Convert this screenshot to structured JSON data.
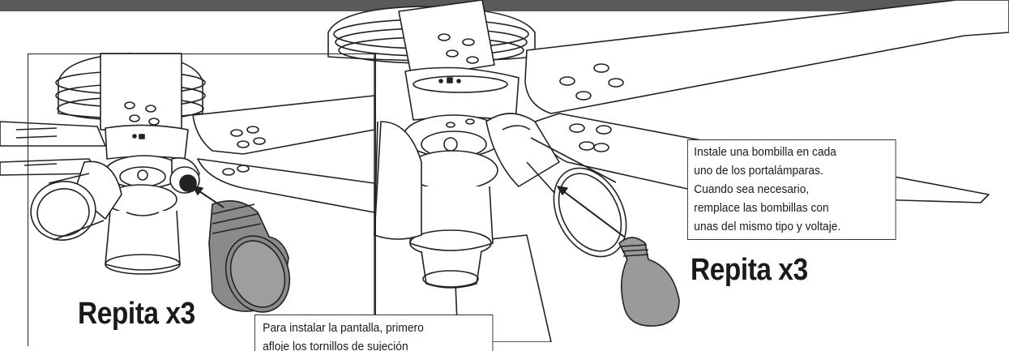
{
  "illustration": {
    "icons": [
      "ceiling-fan-icon",
      "fan-blade-icon",
      "light-fixture-icon",
      "glass-shade-icon",
      "light-bulb-icon",
      "install-arrow-icon"
    ]
  },
  "labels": {
    "repeat_left": "Repita x3",
    "repeat_right": "Repita x3"
  },
  "notes": {
    "bulbs": {
      "lines": [
        "Instale una bombilla en cada",
        "uno de los portalámparas.",
        "Cuando sea necesario,",
        "remplace las bombillas con",
        "unas del mismo tipo y voltaje."
      ]
    },
    "shade": {
      "lines": [
        "Para instalar la pantalla, primero",
        "afloje los tornillos de sujeción"
      ]
    }
  },
  "colors": {
    "line": "#222222",
    "shade_fill": "#8a8a8a",
    "bulb_fill": "#9a9a9a",
    "header_bar": "#5a5a5a"
  }
}
